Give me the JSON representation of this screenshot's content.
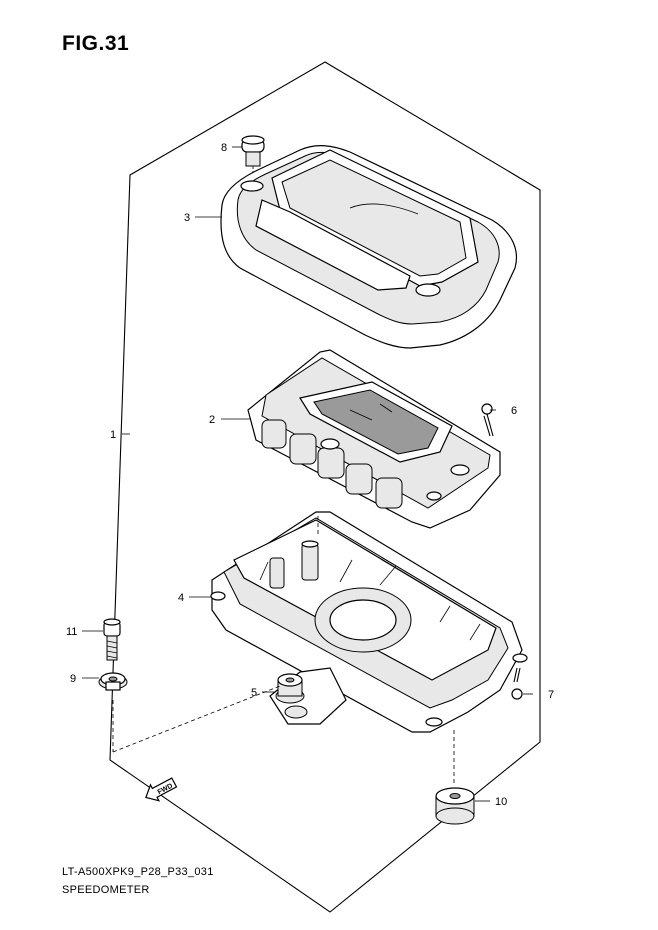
{
  "figure": {
    "title": "FIG.31"
  },
  "callouts": [
    "1",
    "2",
    "3",
    "4",
    "5",
    "6",
    "7",
    "8",
    "9",
    "10",
    "11"
  ],
  "direction_label": "FWD",
  "footer": {
    "model_code": "LT-A500XPK9_P28_P33_031",
    "caption": "SPEEDOMETER"
  }
}
